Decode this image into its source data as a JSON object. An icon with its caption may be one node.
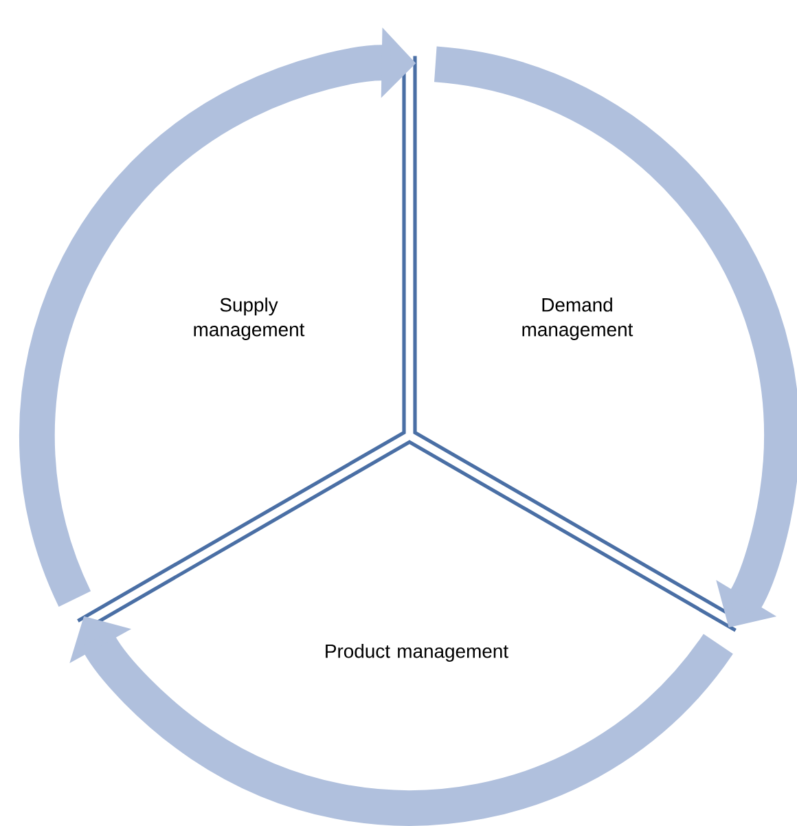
{
  "diagram": {
    "nodes": [
      {
        "text": [
          "Supply management"
        ]
      },
      {
        "text": [
          "Demand management"
        ]
      },
      {
        "text": [
          "Product management"
        ]
      }
    ],
    "edges": [
      {
        "from": 0,
        "to": 1,
        "arrow": "to"
      },
      {
        "from": 1,
        "to": 2,
        "arrow": "to"
      },
      {
        "from": 2,
        "to": 0,
        "arrow": "to"
      }
    ]
  }
}
